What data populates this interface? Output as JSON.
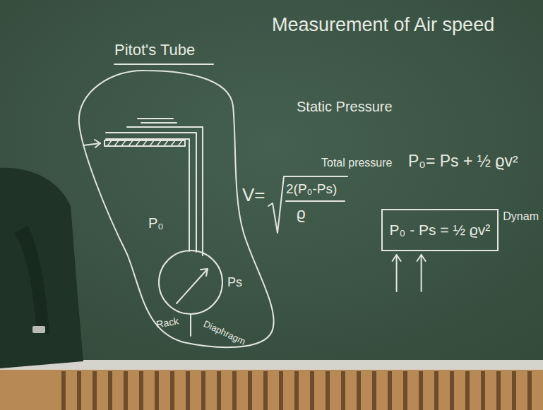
{
  "diagram": {
    "title": "Measurement of Air speed",
    "nodes": [
      {
        "text": [
          "P₀ - Ps = ½ ϱv²",
          "Dynam"
        ]
      }
    ],
    "labels": [
      "Pitot's Tube",
      "Static Pressure",
      "Total pressure",
      "P₀= Ps + ½ ϱv²",
      "V=",
      "2(P₀-Ps)",
      "ϱ",
      "P₀",
      "Ps",
      "Rack",
      "Diaphragm"
    ]
  }
}
